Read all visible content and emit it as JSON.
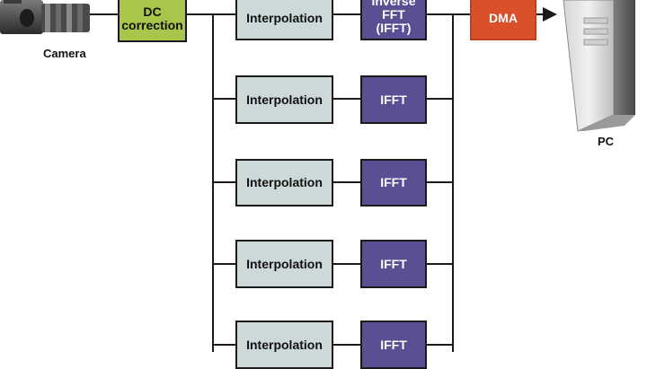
{
  "diagram": {
    "camera": {
      "label": "Camera",
      "icon": "camera-icon"
    },
    "dc_correction": {
      "label": "DC\ncorrection",
      "color": "#a8c64a"
    },
    "branches": [
      {
        "interpolation": "Interpolation",
        "ifft": "Inverse\nFFT\n(IFFT)"
      },
      {
        "interpolation": "Interpolation",
        "ifft": "IFFT"
      },
      {
        "interpolation": "Interpolation",
        "ifft": "IFFT"
      },
      {
        "interpolation": "Interpolation",
        "ifft": "IFFT"
      },
      {
        "interpolation": "Interpolation",
        "ifft": "IFFT"
      }
    ],
    "dma": {
      "label": "DMA",
      "color": "#d9502a"
    },
    "pc": {
      "label": "PC",
      "icon": "pc-tower-icon"
    },
    "colors": {
      "interpolation": "#ccd9d8",
      "ifft": "#5a4f93",
      "wire": "#1a1a1a"
    }
  }
}
